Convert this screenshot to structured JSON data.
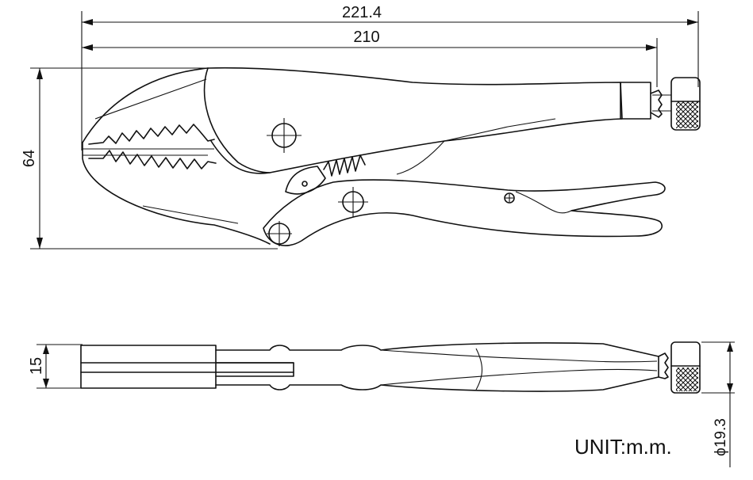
{
  "dimensions": {
    "overall_length": "221.4",
    "body_length": "210",
    "height": "64",
    "thickness": "15",
    "knob_diameter": "ϕ19.3"
  },
  "unit_label": "UNIT:m.m."
}
